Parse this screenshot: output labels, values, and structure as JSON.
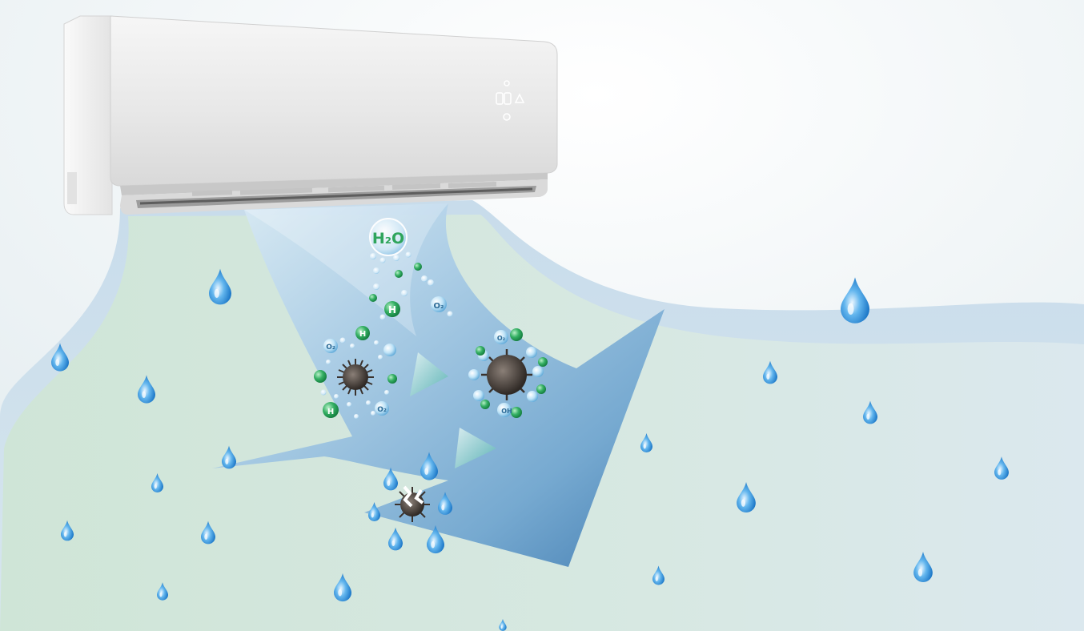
{
  "scene": {
    "description_free": true,
    "icons": {
      "ac_unit": "air-conditioner-icon",
      "droplet": "water-droplet-icon",
      "virus": "virus-particle-icon",
      "broken_virus": "destroyed-virus-icon",
      "airflow": "airflow-arrow-icon",
      "step_arrow": "process-arrow-icon"
    },
    "colors": {
      "background": "#eef3f5",
      "green_mist": "#cfe3d8",
      "blue_mist": "#c9dde8",
      "airflow_light": "#a9cbe4",
      "airflow_dark": "#3f7fb6",
      "droplet": "#2f8fd8",
      "molecule_green": "#2aa55a",
      "molecule_blue": "#7cc0e8",
      "virus": "#4a403a",
      "ac_body": "#ececec"
    }
  },
  "labels": {
    "water_molecule": "H₂O",
    "oxygen": "O₂",
    "hydrogen": "H",
    "oh_radical": "OH"
  }
}
